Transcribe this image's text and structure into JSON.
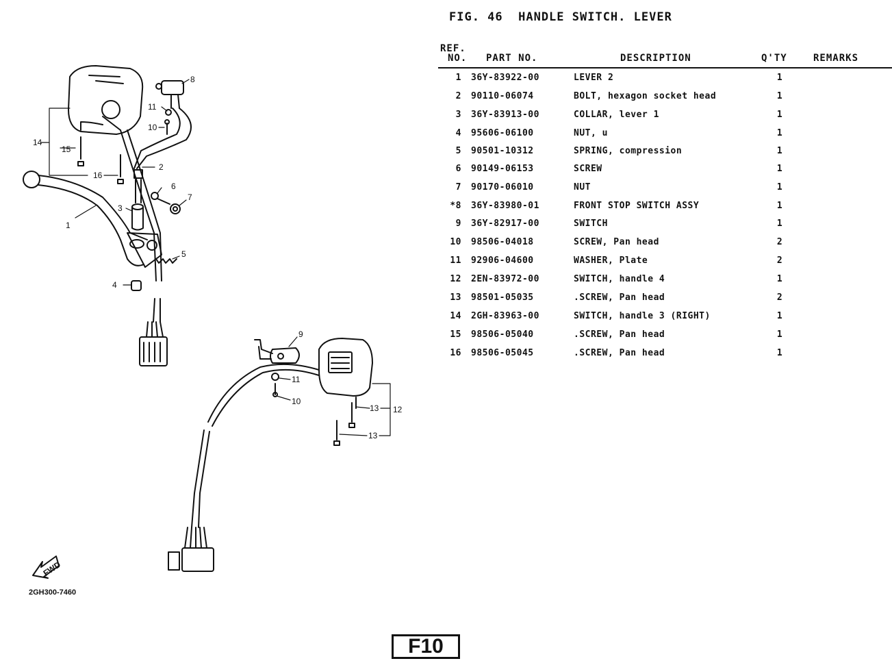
{
  "figure": {
    "title": "FIG. 46  HANDLE SWITCH. LEVER",
    "code": "2GH300-7460",
    "page_label": "F10",
    "fwd_label": "FWD"
  },
  "table": {
    "headers": {
      "ref_line1": "REF.",
      "ref_line2": "NO.",
      "part_no": "PART NO.",
      "description": "DESCRIPTION",
      "qty": "Q'TY",
      "remarks": "REMARKS"
    },
    "rows": [
      {
        "ref": "1",
        "part": "36Y-83922-00",
        "desc": "LEVER 2",
        "qty": "1",
        "remarks": ""
      },
      {
        "ref": "2",
        "part": "90110-06074",
        "desc": "BOLT, hexagon socket head",
        "qty": "1",
        "remarks": ""
      },
      {
        "ref": "3",
        "part": "36Y-83913-00",
        "desc": "COLLAR, lever 1",
        "qty": "1",
        "remarks": ""
      },
      {
        "ref": "4",
        "part": "95606-06100",
        "desc": "NUT, u",
        "qty": "1",
        "remarks": ""
      },
      {
        "ref": "5",
        "part": "90501-10312",
        "desc": "SPRING, compression",
        "qty": "1",
        "remarks": ""
      },
      {
        "ref": "6",
        "part": "90149-06153",
        "desc": "SCREW",
        "qty": "1",
        "remarks": ""
      },
      {
        "ref": "7",
        "part": "90170-06010",
        "desc": "NUT",
        "qty": "1",
        "remarks": ""
      },
      {
        "ref": "*8",
        "part": "36Y-83980-01",
        "desc": "FRONT STOP SWITCH ASSY",
        "qty": "1",
        "remarks": ""
      },
      {
        "ref": "9",
        "part": "36Y-82917-00",
        "desc": "SWITCH",
        "qty": "1",
        "remarks": ""
      },
      {
        "ref": "10",
        "part": "98506-04018",
        "desc": "SCREW, Pan head",
        "qty": "2",
        "remarks": ""
      },
      {
        "ref": "11",
        "part": "92906-04600",
        "desc": "WASHER, Plate",
        "qty": "2",
        "remarks": ""
      },
      {
        "ref": "12",
        "part": "2EN-83972-00",
        "desc": "SWITCH, handle 4",
        "qty": "1",
        "remarks": ""
      },
      {
        "ref": "13",
        "part": "98501-05035",
        "desc": ".SCREW, Pan head",
        "qty": "2",
        "remarks": ""
      },
      {
        "ref": "14",
        "part": "2GH-83963-00",
        "desc": "SWITCH, handle 3 (RIGHT)",
        "qty": "1",
        "remarks": ""
      },
      {
        "ref": "15",
        "part": "98506-05040",
        "desc": ".SCREW, Pan head",
        "qty": "1",
        "remarks": ""
      },
      {
        "ref": "16",
        "part": "98506-05045",
        "desc": ".SCREW, Pan head",
        "qty": "1",
        "remarks": ""
      }
    ]
  },
  "callouts": [
    "1",
    "2",
    "3",
    "4",
    "5",
    "6",
    "7",
    "8",
    "9",
    "10",
    "11",
    "12",
    "13",
    "14",
    "15",
    "16"
  ]
}
